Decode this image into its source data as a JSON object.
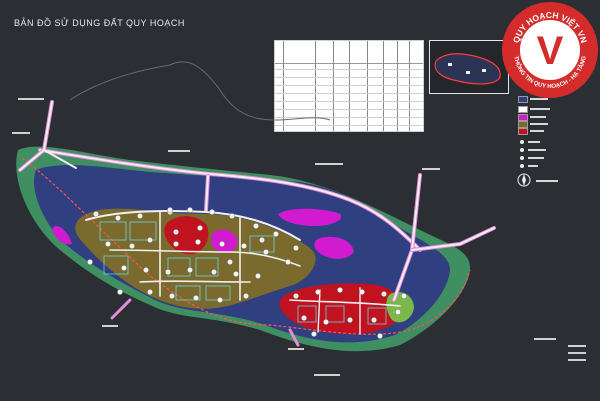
{
  "map": {
    "title": "BẢN ĐỒ SỬ DỤNG ĐẤT QUY HOẠCH"
  },
  "badge": {
    "letter": "V",
    "top_text": "QUY HOẠCH VIỆT VN",
    "bottom_text": "THÔNG TIN QUY HOẠCH - HẠ TẦNG"
  },
  "colors": {
    "background": "#2b2f34",
    "water": "#2f3f80",
    "green_buffer": "#3f8f63",
    "residential": "#7b6a2d",
    "commercial": "#c1121f",
    "magenta": "#d21bd1",
    "road": "#f0f0f0",
    "boundary": "#ff5252",
    "badge_red": "#d42b2b"
  },
  "legend": {
    "swatches": [
      "#2f3f80",
      "#ffffff",
      "#d21bd1",
      "#7b6a2d",
      "#c1121f",
      "#3f8f63"
    ]
  }
}
